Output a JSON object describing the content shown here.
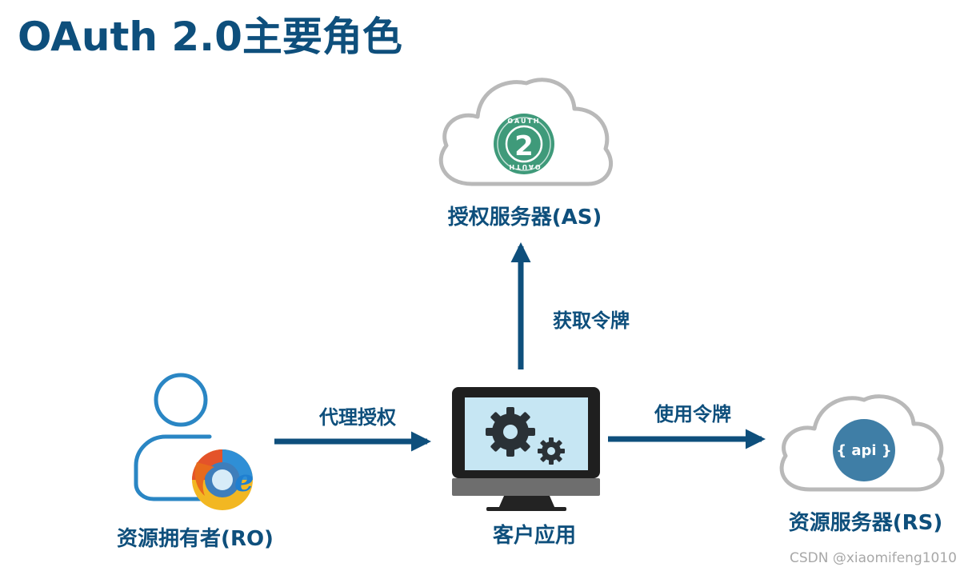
{
  "title": "OAuth 2.0主要角色",
  "nodes": {
    "auth_server": {
      "label": "授权服务器(AS)",
      "badge_top": "OAUTH",
      "badge_num": "2",
      "icon": "oauth-cloud-icon"
    },
    "client": {
      "label": "客户应用",
      "icon": "monitor-gears-icon"
    },
    "resource_owner": {
      "label": "资源拥有者(RO)",
      "icon": "user-browser-icon"
    },
    "resource_server": {
      "label": "资源服务器(RS)",
      "badge": "{ api }",
      "icon": "api-cloud-icon"
    }
  },
  "edges": {
    "get_token": {
      "label": "获取令牌",
      "from": "client",
      "to": "auth_server"
    },
    "delegate": {
      "label": "代理授权",
      "from": "resource_owner",
      "to": "client"
    },
    "use_token": {
      "label": "使用令牌",
      "from": "client",
      "to": "resource_server"
    }
  },
  "watermark": "CSDN @xiaomifeng1010",
  "colors": {
    "primary": "#0e4f7c",
    "cloud_stroke": "#b9b9b9",
    "oauth_badge": "#3f9a7a",
    "api_badge": "#3f7ea6",
    "person_stroke": "#2a86c4"
  }
}
